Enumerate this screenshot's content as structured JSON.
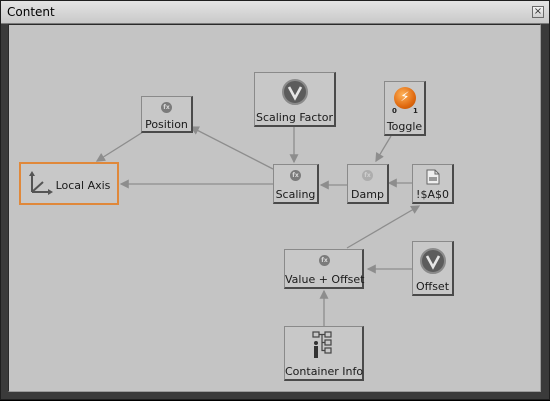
{
  "window": {
    "title": "Content",
    "close_glyph": "×"
  },
  "nodes": {
    "position": {
      "label": "Position",
      "icon": "fx-icon",
      "icon_text": "fx"
    },
    "local_axis": {
      "label": "Local Axis",
      "icon": "axis-icon"
    },
    "scaling_factor": {
      "label": "Scaling Factor",
      "icon": "value-circle-icon",
      "icon_text": "V"
    },
    "toggle": {
      "label": "Toggle",
      "icon": "toggle-icon",
      "icon_text": "⚡",
      "tick_off": "0",
      "tick_on": "1"
    },
    "scaling": {
      "label": "Scaling",
      "icon": "fx-icon",
      "icon_text": "fx"
    },
    "damp": {
      "label": "Damp",
      "icon": "fx-icon",
      "icon_text": "fx"
    },
    "ref": {
      "label": "!$A$0",
      "icon": "document-icon"
    },
    "value_offset": {
      "label": "Value + Offset",
      "icon": "fx-icon",
      "icon_text": "fx"
    },
    "offset": {
      "label": "Offset",
      "icon": "value-circle-icon",
      "icon_text": "V"
    },
    "container_info": {
      "label": "Container Info",
      "icon": "info-tree-icon",
      "icon_text": "i"
    }
  },
  "colors": {
    "canvas": "#c4c4c4",
    "wire": "#8d8d8d",
    "selected_border": "#e0883a",
    "toggle_orange": "#e06a10"
  }
}
